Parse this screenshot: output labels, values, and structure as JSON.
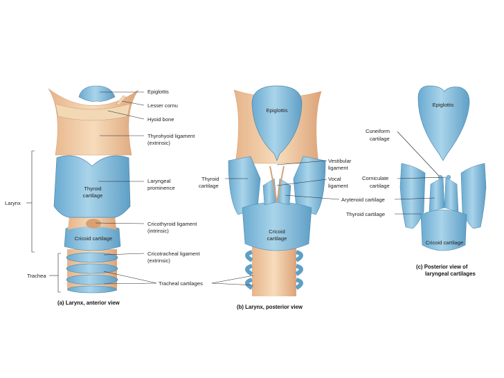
{
  "panel_a": {
    "labels": {
      "epiglottis": "Epiglottis",
      "lesser_cornu": "Lesser cornu",
      "hyoid_bone": "Hyoid bone",
      "thyrohyoid_1": "Thyrohyoid ligament",
      "thyrohyoid_2": "(extrinsic)",
      "laryngeal_1": "Laryngeal",
      "laryngeal_2": "prominence",
      "thyroid_1": "Thyroid",
      "thyroid_2": "cartilage",
      "larynx": "Larynx",
      "cricothyroid_1": "Cricothyroid ligament",
      "cricothyroid_2": "(intrinsic)",
      "cricoid": "Cricoid cartilage",
      "cricotracheal_1": "Cricotracheal ligament",
      "cricotracheal_2": "(extrinsic)",
      "trachea": "Trachea",
      "tracheal_cartilages": "Tracheal cartilages"
    },
    "caption_letter": "(a)",
    "caption": "Larynx, anterior view"
  },
  "panel_b": {
    "labels": {
      "epiglottis": "Epiglottis",
      "thyroid_1": "Thyroid",
      "thyroid_2": "cartilage",
      "vestibular_1": "Vestibular",
      "vestibular_2": "ligament",
      "vocal_1": "Vocal",
      "vocal_2": "ligament",
      "cricoid_1": "Cricoid",
      "cricoid_2": "cartilage"
    },
    "caption_letter": "(b)",
    "caption": "Larynx, posterior view"
  },
  "panel_c": {
    "labels": {
      "epiglottis": "Epiglottis",
      "cuneiform_1": "Cuneiform",
      "cuneiform_2": "cartilage",
      "corniculate_1": "Corniculate",
      "corniculate_2": "cartilage",
      "arytenoid": "Arytenoid cartilage",
      "thyroid": "Thyroid cartilage",
      "cricoid": "Cricoid cartilage"
    },
    "caption_letter": "(c)",
    "caption_1": "Posterior view of",
    "caption_2": "laryngeal cartilages"
  },
  "colors": {
    "cartilage_blue": "#8ec3df",
    "cartilage_dark": "#5f9fc6",
    "ligament_tan": "#f0c9a0",
    "ligament_dark": "#d9a173",
    "leader_line": "#222222"
  }
}
